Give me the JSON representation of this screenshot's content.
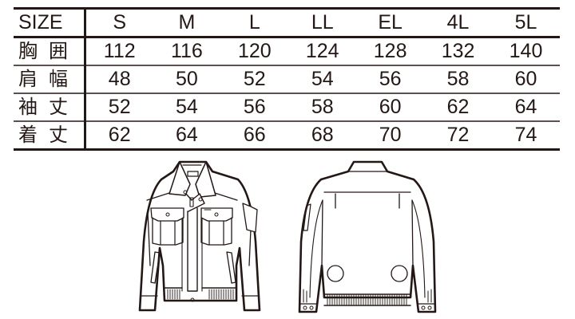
{
  "table": {
    "header": {
      "label": "SIZE",
      "sizes": [
        "S",
        "M",
        "L",
        "LL",
        "EL",
        "4L",
        "5L"
      ]
    },
    "rows": [
      {
        "label": "胸囲",
        "values": [
          "112",
          "116",
          "120",
          "124",
          "128",
          "132",
          "140"
        ]
      },
      {
        "label": "肩幅",
        "values": [
          "48",
          "50",
          "52",
          "54",
          "56",
          "58",
          "60"
        ]
      },
      {
        "label": "袖丈",
        "values": [
          "52",
          "54",
          "56",
          "58",
          "60",
          "62",
          "64"
        ]
      },
      {
        "label": "着丈",
        "values": [
          "62",
          "64",
          "66",
          "68",
          "70",
          "72",
          "74"
        ]
      }
    ]
  },
  "illustrations": {
    "front": "jacket-front-icon",
    "back": "jacket-back-icon"
  },
  "colors": {
    "ink": "#231815",
    "row_rule": "#5b5150",
    "background": "#ffffff"
  }
}
